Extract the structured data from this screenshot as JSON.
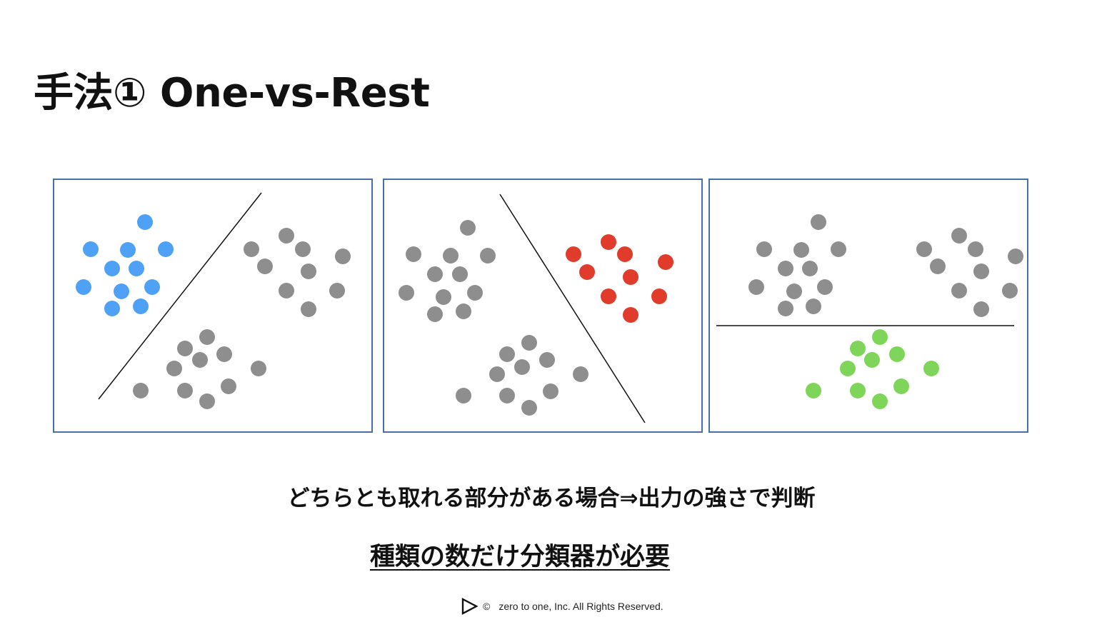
{
  "slide": {
    "title": "手法① One-vs-Rest",
    "caption_1": "どちらとも取れる部分がある場合⇒出力の強さで判断",
    "caption_2": "種類の数だけ分類器が必要"
  },
  "footer": {
    "logo_icon": "play-triangle-icon",
    "copyright_symbol": "©",
    "text": "zero to one, Inc. All Rights Reserved."
  },
  "colors": {
    "blue": "#4ea1f5",
    "red": "#e03b2b",
    "green": "#7fd45a",
    "gray": "#8e8e8e",
    "panel_border": "#4a6ea8"
  },
  "panels": [
    {
      "name": "panel-blue-vs-rest",
      "highlighted_cluster": "blue",
      "highlight_color": "blue"
    },
    {
      "name": "panel-red-vs-rest",
      "highlighted_cluster": "red",
      "highlight_color": "red"
    },
    {
      "name": "panel-green-vs-rest",
      "highlighted_cluster": "green",
      "highlight_color": "green"
    }
  ]
}
